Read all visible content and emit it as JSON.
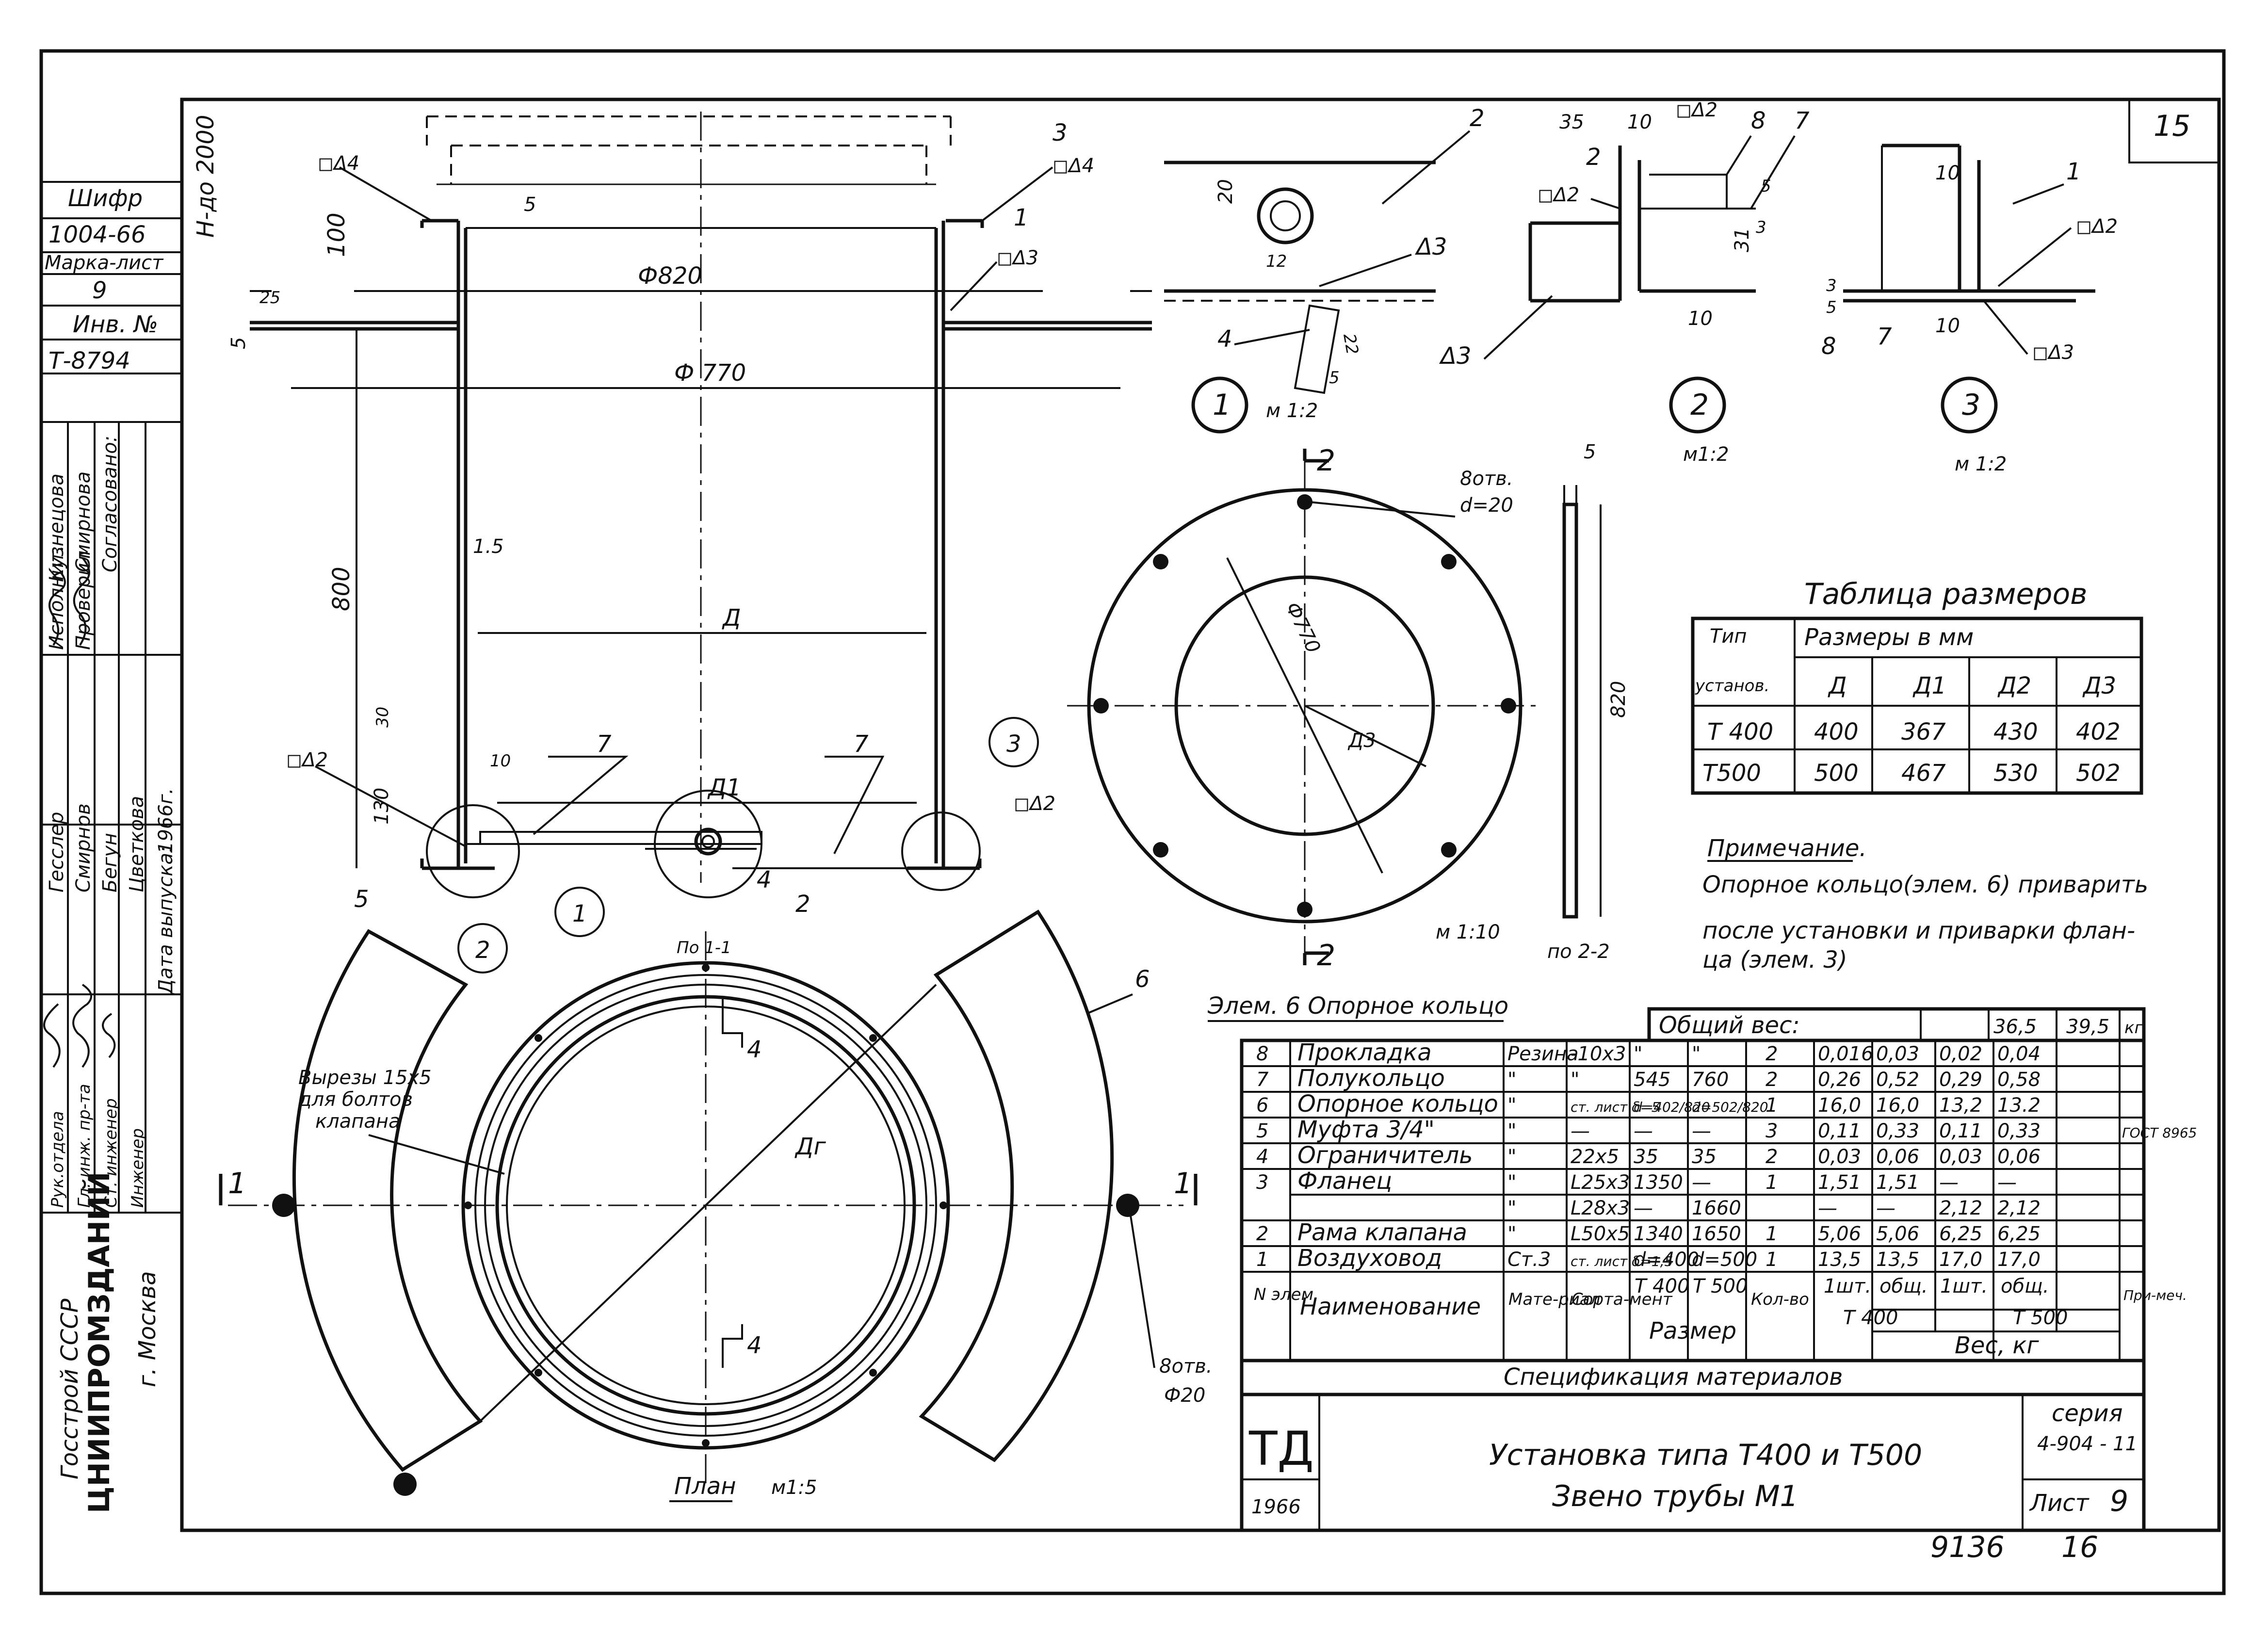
{
  "stamp": {
    "cipher_label": "Шифр",
    "cipher": "1004-66",
    "mark_label": "Марка-лист",
    "mark": "9",
    "inv_label": "Инв. №",
    "inv": "Т-8794",
    "org1": "Госстрой СССР",
    "org2": "ЦНИИПРОМЗДАНИЙ",
    "city": "г. Москва",
    "roles": [
      "Исполнит.",
      "Проверил",
      "Рук.отдела",
      "Гл. инж. пр-та",
      "Ст. инженер",
      "Инженер"
    ],
    "names": [
      "Кузнецова",
      "Смирнова",
      "Гесслер",
      "Смирнов",
      "Бегун",
      "Цветкова"
    ],
    "approved": "Согласовано:",
    "date_label": "Дата выпуска:",
    "date": "1966г."
  },
  "sheet_number": "15",
  "section_view": {
    "h_label": "Н-до 2000",
    "dims": [
      "100",
      "5",
      "25",
      "5",
      "800",
      "30",
      "130",
      "1.5",
      "10"
    ],
    "phi820": "Ф820",
    "phi770": "Ф 770",
    "d_label": "Д",
    "d1_label": "Д1",
    "weld_4": "◻Δ4",
    "weld_3": "◻Δ3",
    "weld_2": "◻Δ2",
    "callouts": [
      "1",
      "2",
      "3",
      "4",
      "5",
      "7",
      "7"
    ]
  },
  "detail1": {
    "number": "1",
    "scale": "м 1:2",
    "dims": [
      "20",
      "12",
      "22",
      "5"
    ],
    "weld": "Δ3",
    "callouts": [
      "2",
      "4"
    ]
  },
  "detail2": {
    "number": "2",
    "scale": "м1:2",
    "dims": [
      "35",
      "10",
      "31",
      "3",
      "10",
      "5"
    ],
    "welds": [
      "◻Δ2",
      "◻Δ2",
      "Δ3"
    ],
    "callouts": [
      "2",
      "8",
      "7"
    ]
  },
  "detail3": {
    "number": "3",
    "scale": "м 1:2",
    "dims": [
      "10",
      "3",
      "5",
      "10"
    ],
    "welds": [
      "◻Δ2",
      "◻Δ3"
    ],
    "callouts": [
      "1",
      "8",
      "7"
    ]
  },
  "ring_view": {
    "holes": "8отв.",
    "hole_d": "d=20",
    "phi770": "Ф770",
    "d3": "Д3",
    "scale": "м 1:10",
    "section_mark": "2",
    "thickness": "5",
    "size": "820",
    "section_caption": "по 2-2",
    "element_caption": "Элем. 6  Опорное кольцо"
  },
  "plan_view": {
    "section_marker": "По 1-1",
    "slots_note": [
      "Вырезы 15х5",
      "для болтов",
      "клапана"
    ],
    "d2": "Дг",
    "holes": "8отв.",
    "hole_d": "Ф20",
    "caption": "План",
    "scale": "м1:5",
    "callouts": [
      "4",
      "4",
      "6"
    ],
    "cut": "1"
  },
  "size_table": {
    "title": "Таблица размеров",
    "header_type": "Тип",
    "header_type2": "установ.",
    "header_sizes": "Размеры в мм",
    "columns": [
      "Д",
      "Д1",
      "Д2",
      "Д3"
    ],
    "rows": [
      [
        "Т 400",
        "400",
        "367",
        "430",
        "402"
      ],
      [
        "Т500",
        "500",
        "467",
        "530",
        "502"
      ]
    ]
  },
  "note": {
    "title": "Примечание.",
    "lines": [
      "Опорное кольцо(элем. 6) приварить",
      "после установки и приварки флан-",
      "ца (элем. 3)"
    ]
  },
  "spec": {
    "total_label": "Общий вес:",
    "totals": [
      "36,5",
      "39,5",
      "кг"
    ],
    "rows": [
      [
        "8",
        "Прокладка",
        "Резина",
        "-10х3",
        "\"",
        "\"",
        "2",
        "0,016",
        "0,03",
        "0,02",
        "0,04",
        ""
      ],
      [
        "7",
        "Полукольцо",
        "\"",
        "\"",
        "545",
        "760",
        "2",
        "0,26",
        "0,52",
        "0,29",
        "0,58",
        ""
      ],
      [
        "6",
        "Опорное кольцо",
        "\"",
        "ст. лист δ=5",
        "d=402/820",
        "d=502/820",
        "1",
        "16,0",
        "16,0",
        "13,2",
        "13.2",
        ""
      ],
      [
        "5",
        "Муфта 3/4\"",
        "\"",
        "—",
        "—",
        "—",
        "3",
        "0,11",
        "0,33",
        "0,11",
        "0,33",
        "ГОСТ 8965"
      ],
      [
        "4",
        "Ограничитель",
        "\"",
        "22х5",
        "35",
        "35",
        "2",
        "0,03",
        "0,06",
        "0,03",
        "0,06",
        ""
      ],
      [
        "3",
        "Фланец",
        "\"",
        "L25х3",
        "1350",
        "—",
        "1",
        "1,51",
        "1,51",
        "—",
        "—",
        ""
      ],
      [
        "",
        "",
        "\"",
        "L28х3",
        "—",
        "1660",
        "",
        "—",
        "—",
        "2,12",
        "2,12",
        ""
      ],
      [
        "2",
        "Рама клапана",
        "\"",
        "L50х5",
        "1340",
        "1650",
        "1",
        "5,06",
        "5,06",
        "6,25",
        "6,25",
        ""
      ],
      [
        "1",
        "Воздуховод",
        "Ст.3",
        "ст. лист δ=1,5",
        "d=400",
        "d=500",
        "1",
        "13,5",
        "13,5",
        "17,0",
        "17,0",
        ""
      ]
    ],
    "head": {
      "n": "N элем.",
      "name": "Наименование",
      "mat": "Мате-риал",
      "sort": "Сорта-мент",
      "t400": "Т 400",
      "t500": "Т 500",
      "size": "Размер",
      "qty": "Кол-во",
      "one": "1шт.",
      "all": "общ.",
      "weight": "Вес, кг",
      "note": "При-меч."
    },
    "caption": "Спецификация материалов"
  },
  "title_block": {
    "logo": "ТД",
    "year": "1966",
    "title1": "Установка типа  Т400 и Т500",
    "title2": "Звено трубы М1",
    "series_label": "серия",
    "series": "4-904 - 11",
    "sheet_label": "Лист",
    "sheet": "9",
    "bottom1": "9136",
    "bottom2": "16"
  }
}
